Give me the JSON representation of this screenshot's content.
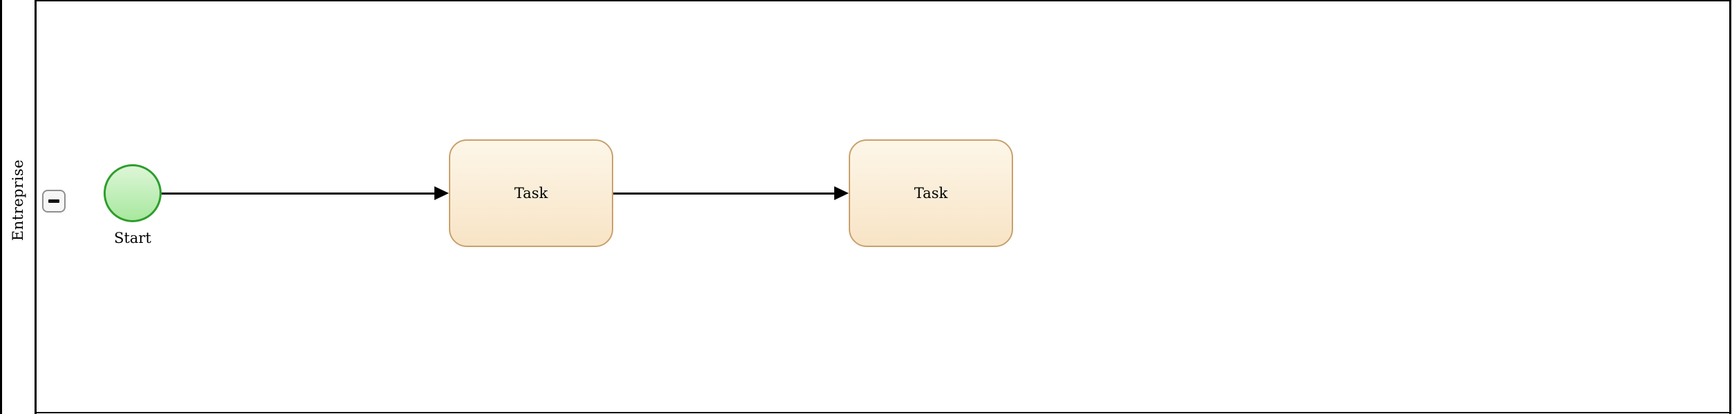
{
  "diagram": {
    "type": "bpmn-process",
    "pool": {
      "lane_label": "Entreprise",
      "collapse_button": {
        "icon": "minus",
        "state": "expanded"
      }
    },
    "nodes": [
      {
        "id": "start-event",
        "type": "start-event",
        "shape": "circle",
        "label": "Start"
      },
      {
        "id": "task-1",
        "type": "task",
        "shape": "rounded-rectangle",
        "label": "Task"
      },
      {
        "id": "task-2",
        "type": "task",
        "shape": "rounded-rectangle",
        "label": "Task"
      }
    ],
    "edges": [
      {
        "id": "flow-1",
        "from": "start-event",
        "to": "task-1",
        "style": "solid-arrow"
      },
      {
        "id": "flow-2",
        "from": "task-1",
        "to": "task-2",
        "style": "solid-arrow"
      }
    ],
    "colors": {
      "pool_border": "#000000",
      "start_event_stroke": "#2d9e2d",
      "start_event_fill_top": "#ddf6d7",
      "start_event_fill_bottom": "#a8e89e",
      "task_stroke": "#c9a06b",
      "task_fill_top": "#fdf6e8",
      "task_fill_bottom": "#f8e4c6",
      "flow_stroke": "#000000",
      "collapse_button_border": "#8f8f8f",
      "collapse_button_fill": "#f6f6f6"
    }
  }
}
